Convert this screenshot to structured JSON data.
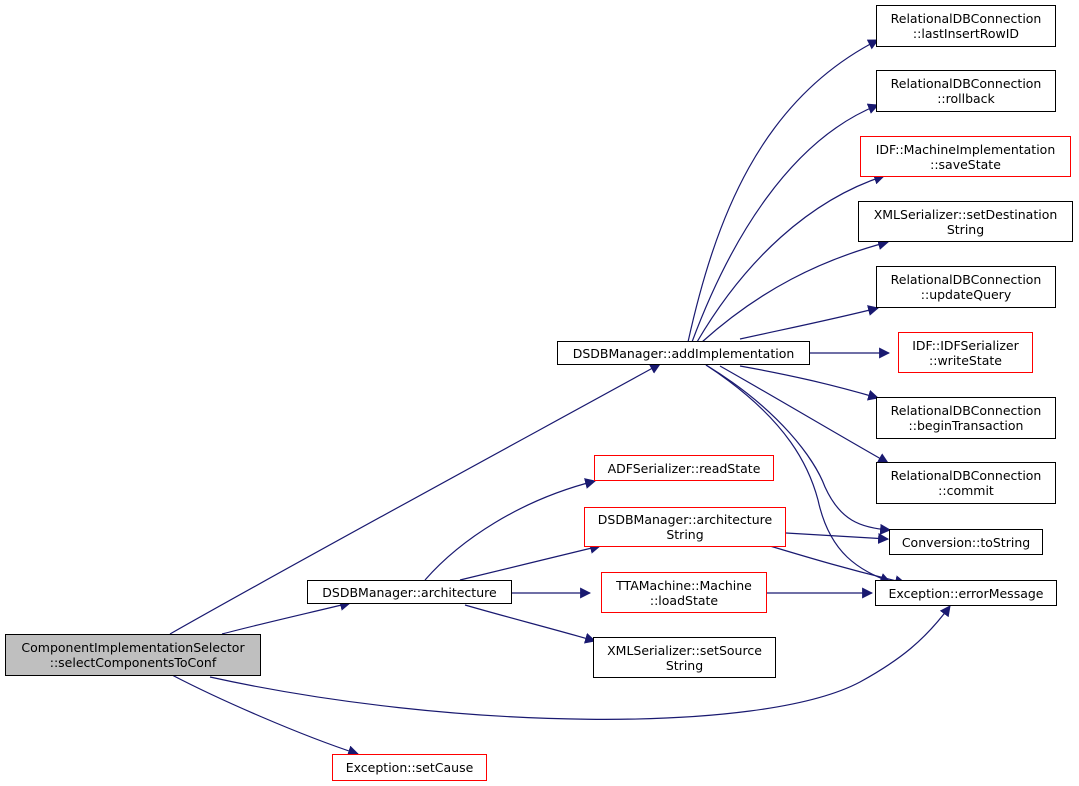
{
  "colors": {
    "edge": "#191970",
    "red_border": "#ff0000",
    "root_fill": "#bfbfbf"
  },
  "nodes": {
    "root": {
      "l1": "ComponentImplementationSelector",
      "l2": "::selectComponentsToConf"
    },
    "addImpl": {
      "l1": "DSDBManager::addImplementation"
    },
    "arch": {
      "l1": "DSDBManager::architecture"
    },
    "setCause": {
      "l1": "Exception::setCause"
    },
    "errMsg": {
      "l1": "Exception::errorMessage"
    },
    "lastInsert": {
      "l1": "RelationalDBConnection",
      "l2": "::lastInsertRowID"
    },
    "rollback": {
      "l1": "RelationalDBConnection",
      "l2": "::rollback"
    },
    "saveState": {
      "l1": "IDF::MachineImplementation",
      "l2": "::saveState"
    },
    "setDest": {
      "l1": "XMLSerializer::setDestination",
      "l2": "String"
    },
    "updQuery": {
      "l1": "RelationalDBConnection",
      "l2": "::updateQuery"
    },
    "writeState": {
      "l1": "IDF::IDFSerializer",
      "l2": "::writeState"
    },
    "beginTx": {
      "l1": "RelationalDBConnection",
      "l2": "::beginTransaction"
    },
    "commit": {
      "l1": "RelationalDBConnection",
      "l2": "::commit"
    },
    "toString": {
      "l1": "Conversion::toString"
    },
    "readState": {
      "l1": "ADFSerializer::readState"
    },
    "archString": {
      "l1": "DSDBManager::architecture",
      "l2": "String"
    },
    "loadState": {
      "l1": "TTAMachine::Machine",
      "l2": "::loadState"
    },
    "setSource": {
      "l1": "XMLSerializer::setSource",
      "l2": "String"
    }
  }
}
